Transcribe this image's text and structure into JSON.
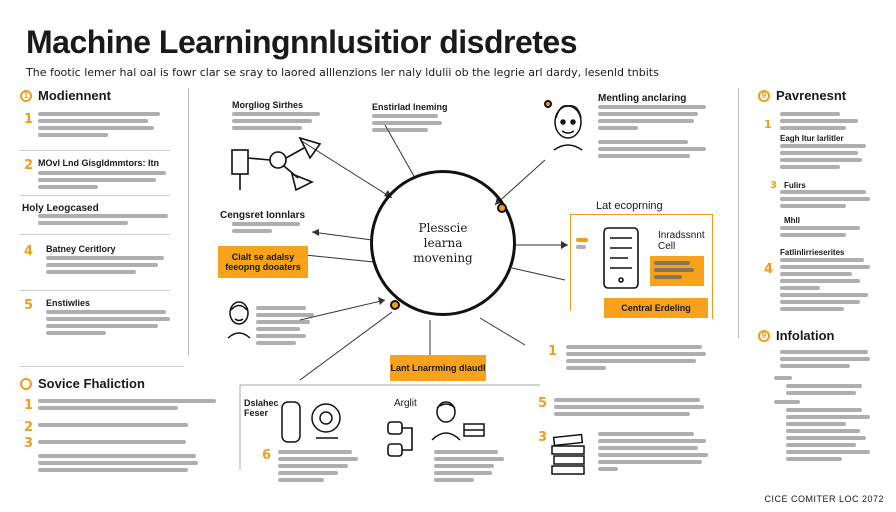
{
  "header": {
    "title": "Machine Learningnnlusitior disdretes",
    "subtitle": "The footic lemer hal oal is fowr clar se sray to laored alllenzions ler naly ldulii ob the legrie arl dardy, lesenld tnbits"
  },
  "left": {
    "sections": [
      {
        "badge": "1",
        "heading": "Modiennent"
      },
      {
        "badge": "",
        "heading": "Sovice Fhaliction"
      }
    ],
    "items": [
      {
        "number": "1",
        "title": ""
      },
      {
        "number": "2",
        "title": "MOvl Lnd Gisgldmmtors: Itn"
      },
      {
        "number": "",
        "title": "Holy Leogcased"
      },
      {
        "number": "4",
        "title": "Batney Ceritlory"
      },
      {
        "number": "5",
        "title": "Enstiwlies"
      }
    ],
    "bottom_items": [
      {
        "number": "1",
        "title": ""
      },
      {
        "number": "2",
        "title": ""
      },
      {
        "number": "3",
        "title": ""
      }
    ]
  },
  "center": {
    "circle_lines": [
      "Plesscie",
      "learna",
      "movening"
    ],
    "nodes": {
      "top_left": "Morgliog Sirthes",
      "top_mid": "Enstirlad lneming",
      "top_right": "Mentling anclaring",
      "mid_left": "Cengsret Ionnlars",
      "right_block": "Lat ecoprning",
      "right_block_sub": "Inradssnnt Cell",
      "right_orange": "Central Erdeling",
      "left_orange": "Cialt se adalsy  feeopng dooaters",
      "bottom_orange": "Lant Lnarrming  dlaudl",
      "bottom_left": "Dslahec Feser",
      "bottom_mid": "Arglit",
      "bottom_mid_num": "6",
      "bottom_right_num1": "5",
      "bottom_right_num2": "3",
      "right_num": "1"
    }
  },
  "right": {
    "sections": [
      {
        "badge": "9",
        "heading": "Pavrenesnt"
      },
      {
        "badge": "9",
        "heading": "Infolation"
      }
    ],
    "items": [
      {
        "number": "1",
        "title": "Eagh Itur larlitler"
      },
      {
        "number": "3",
        "title": "Fulirs"
      },
      {
        "number": "",
        "title": "Mhll"
      },
      {
        "number": "4",
        "title": "Fatlinlirrieserites"
      }
    ]
  },
  "footer": {
    "text": "CICE COMITER LOC 2072"
  },
  "colors": {
    "accent": "#f6a21b",
    "ink": "#1a1a1a"
  }
}
